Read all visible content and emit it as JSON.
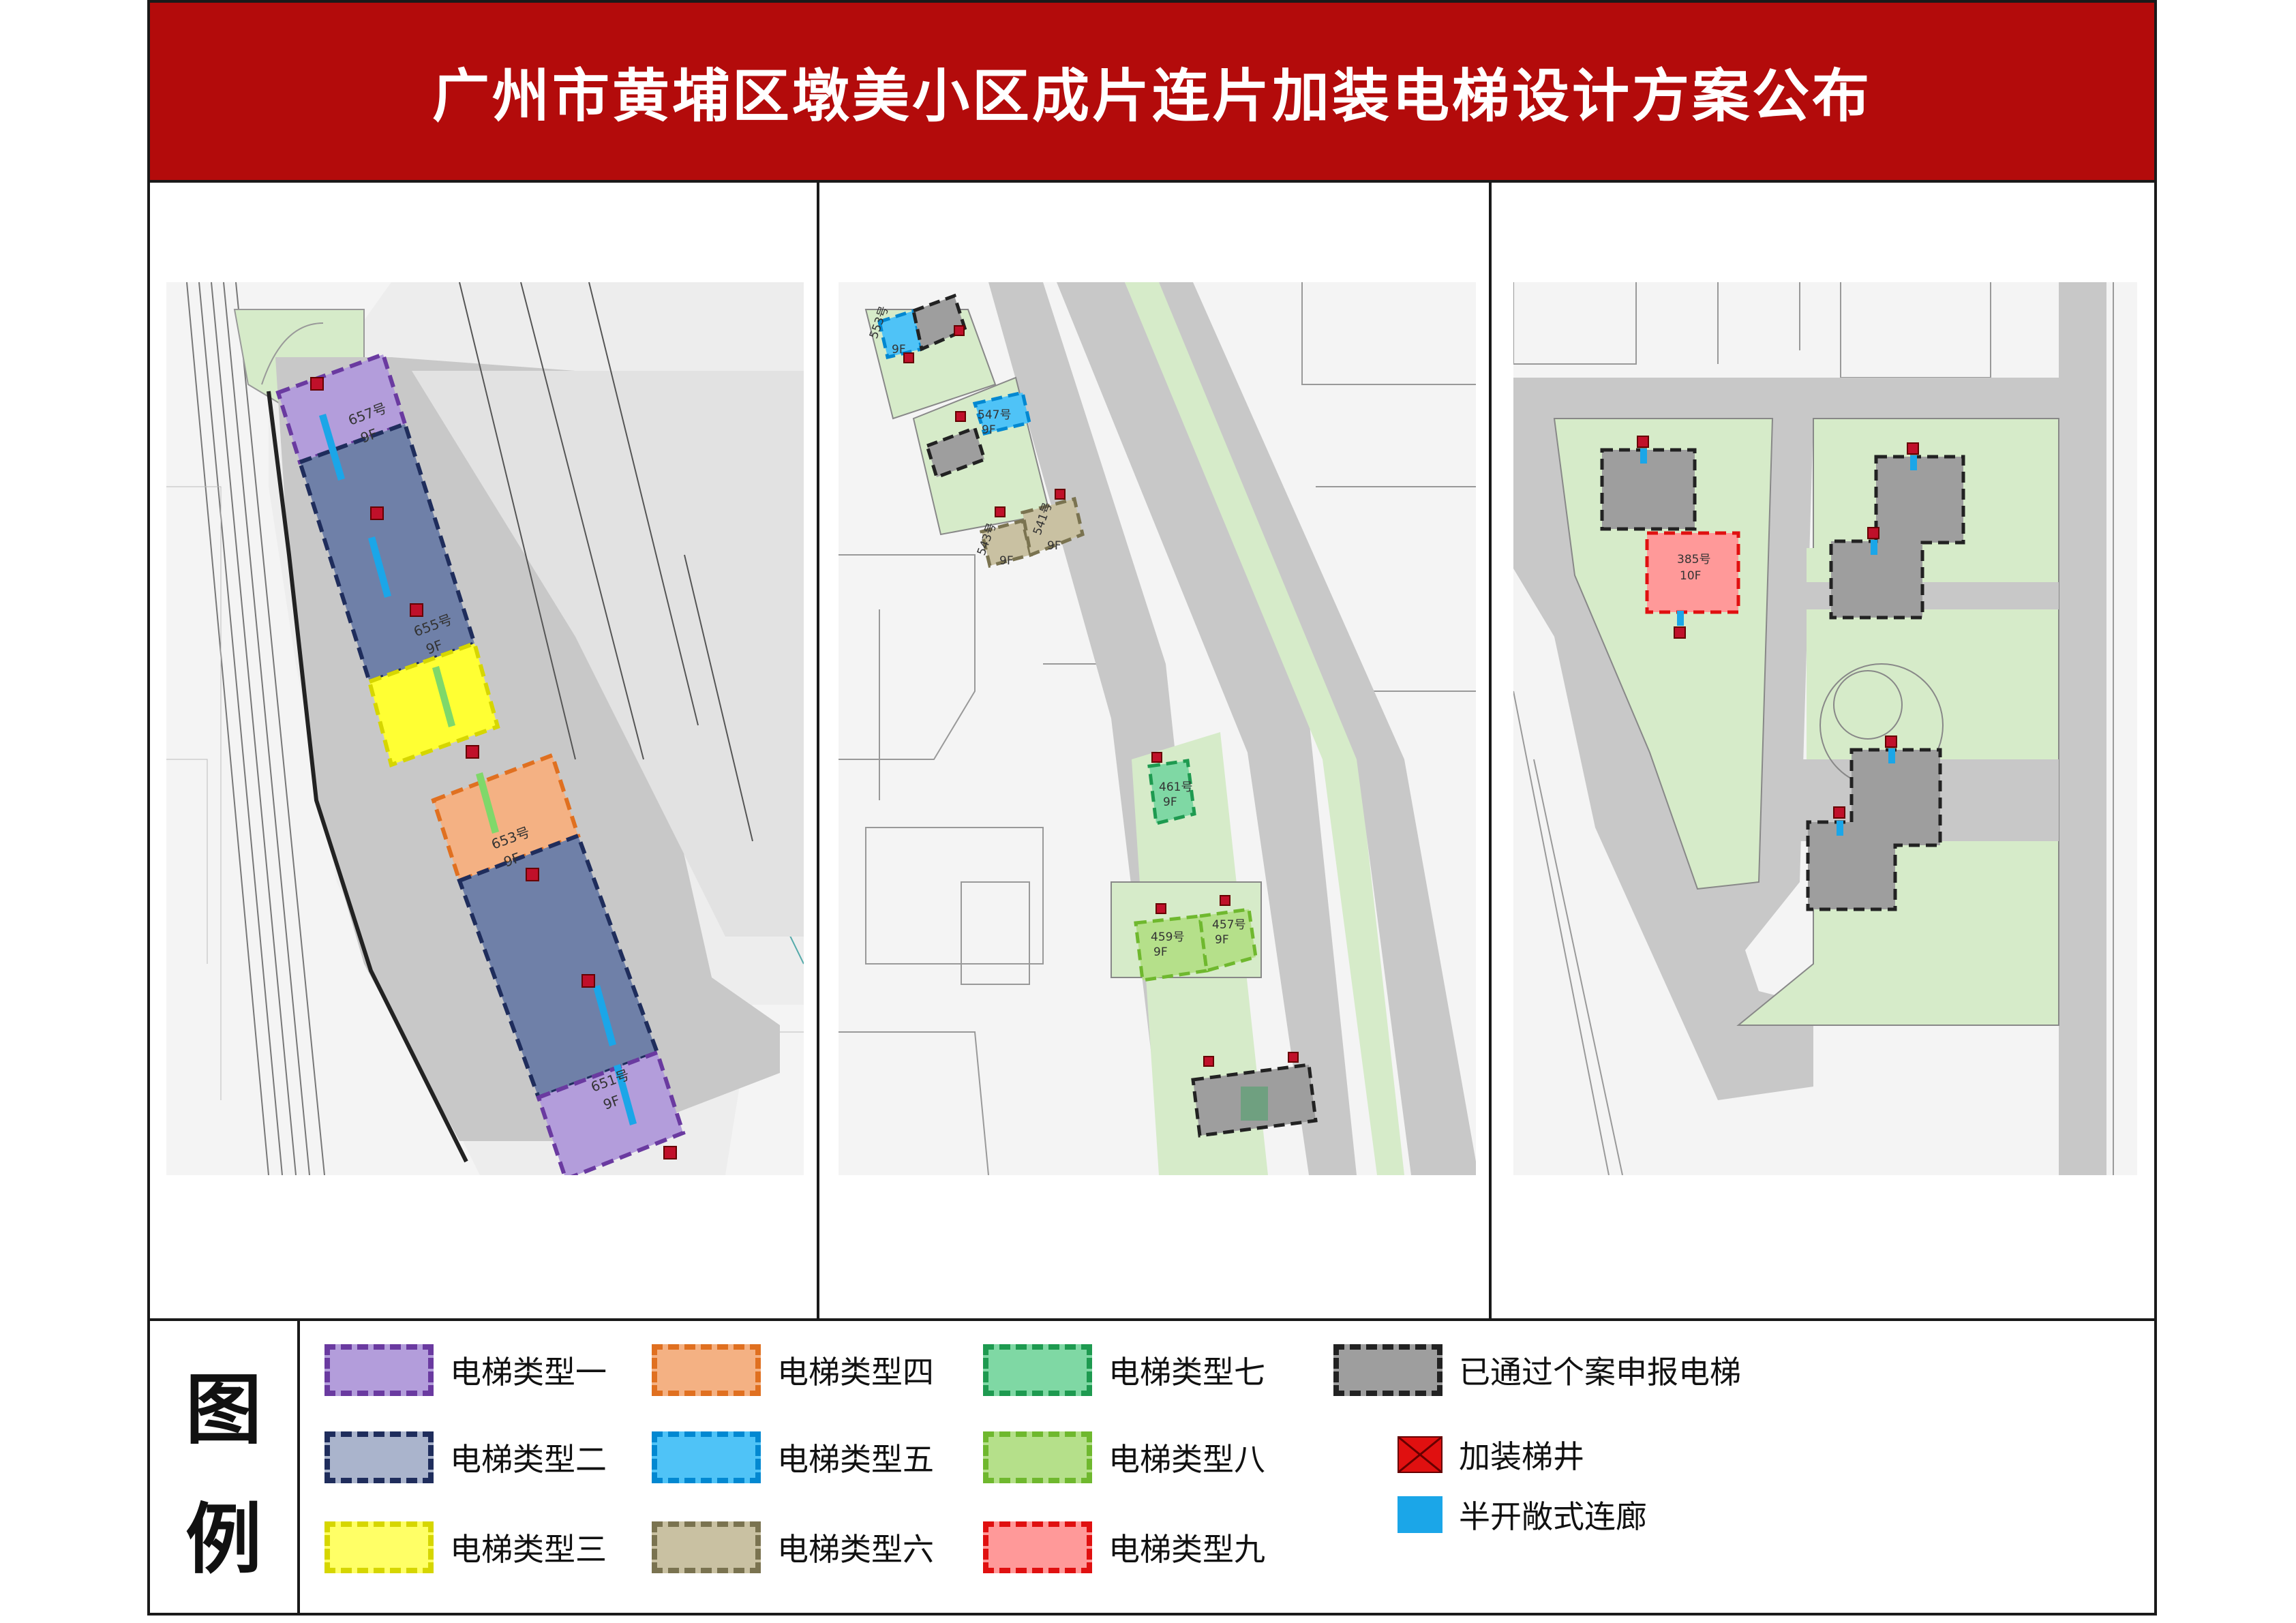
{
  "title": "广州市黄埔区墩美小区成片连片加装电梯设计方案公布",
  "legend": {
    "heading": [
      "图",
      "例"
    ],
    "items": [
      {
        "label": "电梯类型一",
        "fill": "#b39ddb",
        "border": "#6a3aa0"
      },
      {
        "label": "电梯类型二",
        "fill": "#aab4cc",
        "border": "#1f2d5c"
      },
      {
        "label": "电梯类型三",
        "fill": "#ffff66",
        "border": "#d6d600"
      },
      {
        "label": "电梯类型四",
        "fill": "#f4b183",
        "border": "#e07020"
      },
      {
        "label": "电梯类型五",
        "fill": "#4fc3f7",
        "border": "#0288d1"
      },
      {
        "label": "电梯类型六",
        "fill": "#c9c1a2",
        "border": "#7a7350"
      },
      {
        "label": "电梯类型七",
        "fill": "#7fd8a4",
        "border": "#1e9a50"
      },
      {
        "label": "电梯类型八",
        "fill": "#b5e08a",
        "border": "#6fb82e"
      },
      {
        "label": "电梯类型九",
        "fill": "#ff9999",
        "border": "#e01010"
      },
      {
        "label": "已通过个案申报电梯",
        "fill": "#9e9e9e",
        "border": "#222222"
      }
    ],
    "symbols": [
      {
        "label": "加装梯井",
        "color": "#e01010"
      },
      {
        "label": "半开敞式连廊",
        "color": "#1ba6e8"
      }
    ]
  },
  "map_panels": [
    {
      "buildings": [
        {
          "label": "657号",
          "sub": "9F",
          "type": 1
        },
        {
          "label": "655号",
          "sub": "9F",
          "type": 2
        },
        {
          "label": "653号",
          "sub": "9F",
          "type": 4
        },
        {
          "label": "651号",
          "sub": "9F",
          "type": 1
        }
      ]
    },
    {
      "buildings": [
        {
          "label": "553号",
          "sub": "9F",
          "type": 5
        },
        {
          "label": "547号",
          "sub": "9F",
          "type": 5
        },
        {
          "label": "543号",
          "sub": "9F",
          "type": 6
        },
        {
          "label": "541号",
          "sub": "9F",
          "type": 6
        },
        {
          "label": "461号",
          "sub": "9F",
          "type": 7
        },
        {
          "label": "459号",
          "sub": "9F",
          "type": 8
        },
        {
          "label": "457号",
          "sub": "9F",
          "type": 8
        }
      ]
    },
    {
      "buildings": [
        {
          "label": "385号",
          "sub": "10F",
          "type": 9
        }
      ]
    }
  ]
}
